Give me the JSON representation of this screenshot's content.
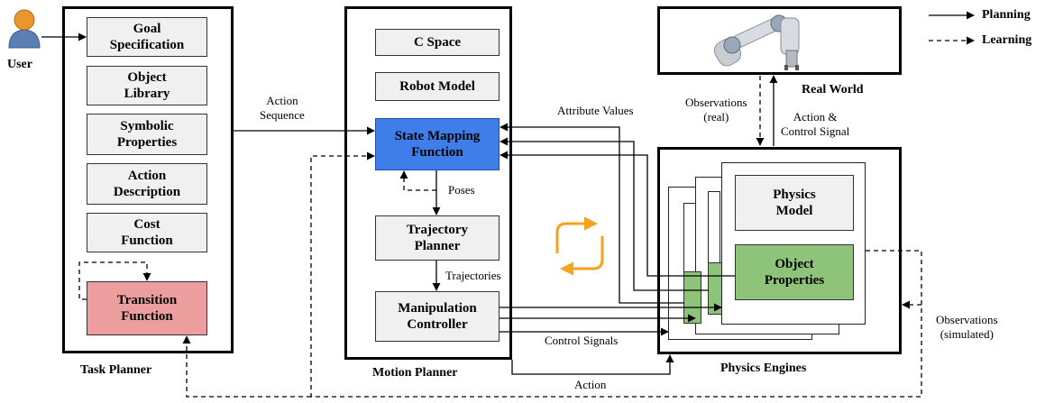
{
  "user": {
    "label": "User"
  },
  "task_planner": {
    "title": "Task Planner",
    "goal": "Goal\nSpecification",
    "object_library": "Object\nLibrary",
    "symbolic": "Symbolic\nProperties",
    "action_desc": "Action\nDescription",
    "cost": "Cost\nFunction",
    "transition": "Transition\nFunction"
  },
  "motion_planner": {
    "title": "Motion Planner",
    "c_space": "C Space",
    "robot_model": "Robot Model",
    "state_mapping": "State Mapping\nFunction",
    "trajectory": "Trajectory\nPlanner",
    "manipulation": "Manipulation\nController"
  },
  "physics": {
    "title": "Physics Engines",
    "model": "Physics\nModel",
    "object_props": "Object\nProperties"
  },
  "real_world": {
    "title": "Real World"
  },
  "labels": {
    "action_sequence": "Action\nSequence",
    "attribute_values": "Attribute Values",
    "poses": "Poses",
    "trajectories": "Trajectories",
    "control_signals": "Control Signals",
    "action": "Action",
    "observations_real": "Observations\n(real)",
    "action_control": "Action &\nControl Signal",
    "observations_sim": "Observations\n(simulated)"
  },
  "legend": {
    "planning": "Planning",
    "learning": "Learning"
  },
  "colors": {
    "state_mapping": "#3f7ee8",
    "transition": "#ec9e9e",
    "object_props": "#8dc47a",
    "cycle_arrows": "#f5a31a",
    "user_icon": "#e8962e"
  }
}
